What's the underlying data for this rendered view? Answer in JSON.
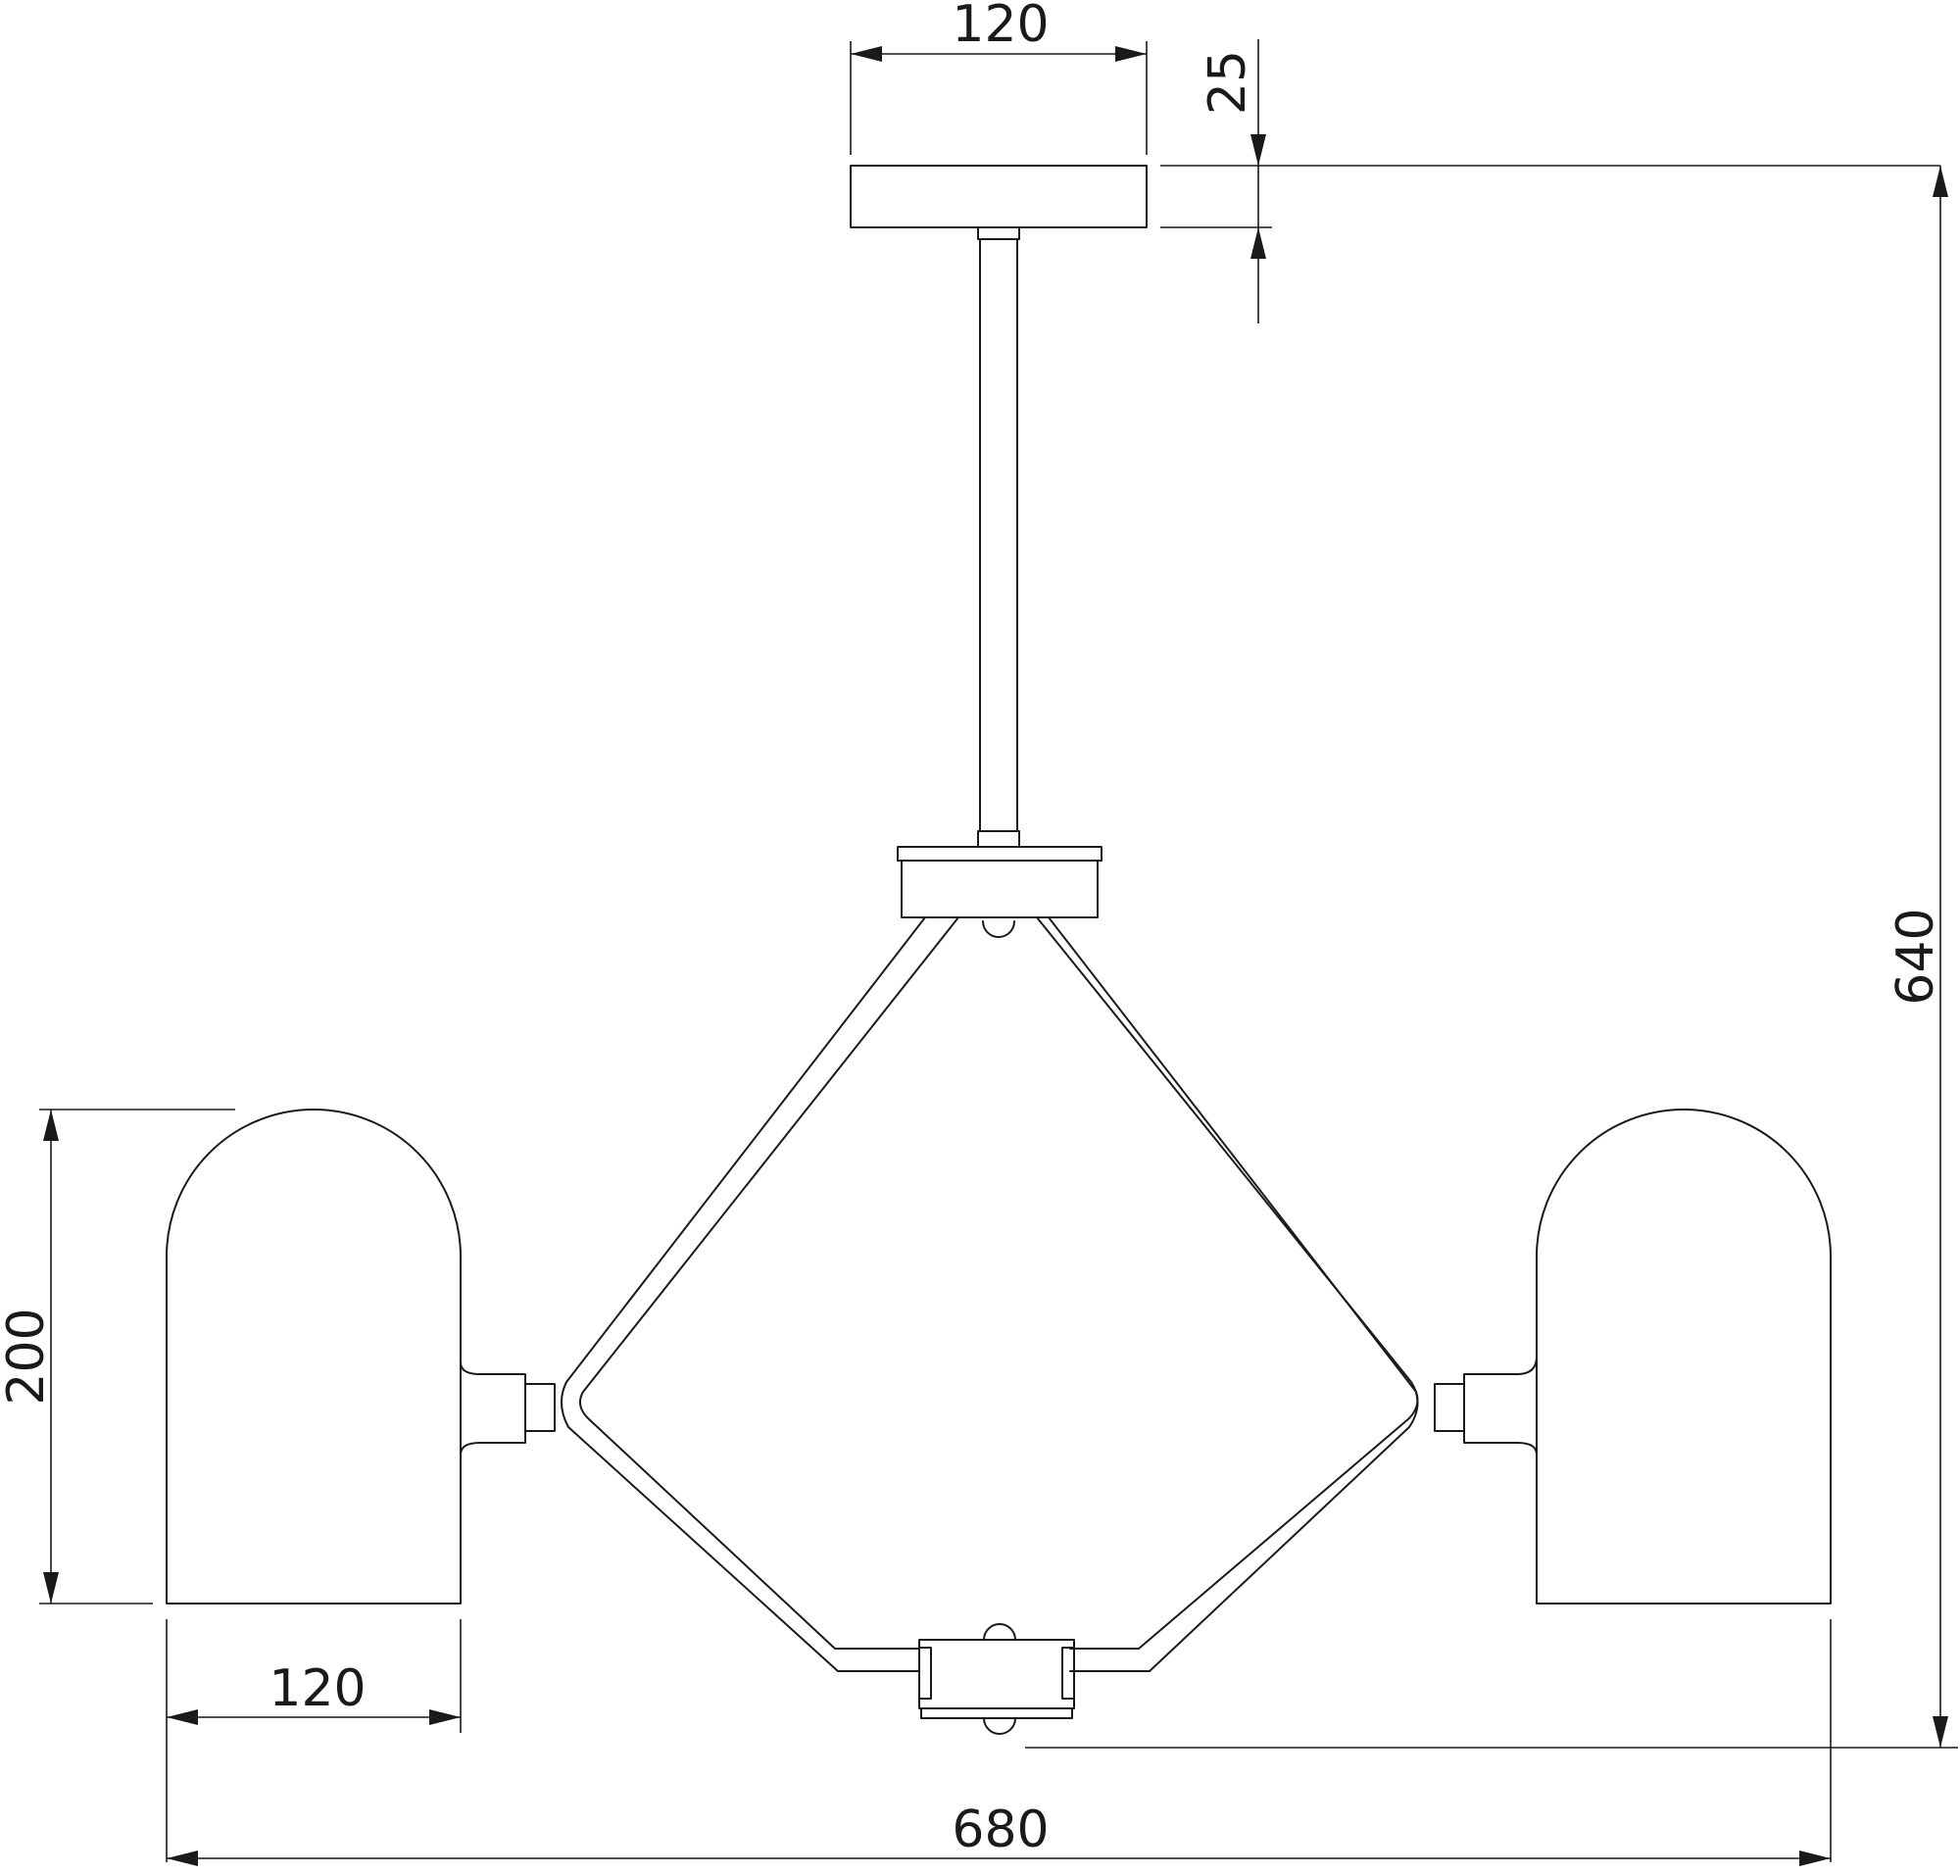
{
  "dimensions": {
    "canopy_width": "120",
    "canopy_height": "25",
    "total_height": "640",
    "shade_height": "200",
    "shade_width": "120",
    "total_width": "680"
  },
  "colors": {
    "line": "#1a1a1a",
    "background": "#ffffff"
  }
}
